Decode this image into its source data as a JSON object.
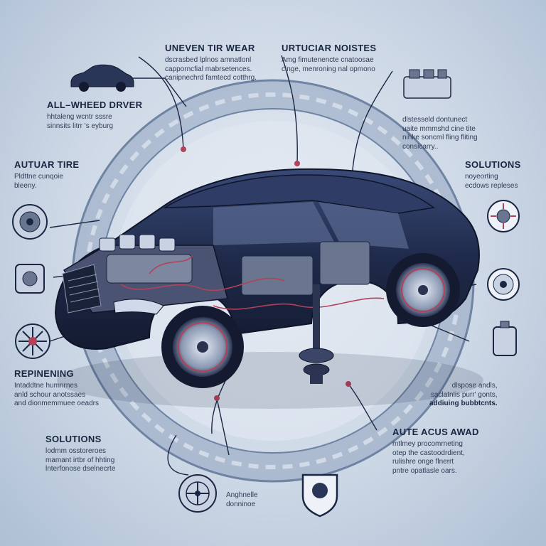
{
  "labels": {
    "uneven_tire_wear": {
      "heading": "UNEVEN TIR WEAR",
      "lines": [
        "dscrasbed lplnos amnatlonl",
        "capporncfial mabrsetences.",
        "canipnechrd famtecd cotthrg."
      ]
    },
    "urticular_noises": {
      "heading": "URTUCIAR NOISTES",
      "lines": [
        "Amg fimutenencte cnatoosae",
        "cinge, menroning nal opmono"
      ]
    },
    "all_wheel_driver": {
      "heading": "ALL–WHEED DRVER",
      "lines": [
        "hhtaleng wcntr sssre",
        "sinnsits litrr 's eyburg"
      ]
    },
    "autuar_tire": {
      "heading": "AUTUAR TIRE",
      "lines": [
        "Pldttne cunqoie",
        "bleeny."
      ]
    },
    "right_notes": {
      "lines": [
        "dlstesseld dontunect",
        "uaite mmmshd cine tite",
        "nihke soncml fling fliting",
        "consicarry.."
      ]
    },
    "solutions_right": {
      "heading": "SOLUTIONS",
      "lines": [
        "noyeorting",
        "ecdows repleses"
      ]
    },
    "repinening": {
      "heading": "REPINENING",
      "lines": [
        "Intaddtne humnrnes",
        "anld schour anotssaes",
        "and dionmemmuee oeadrs"
      ]
    },
    "right_bottom_notes": {
      "lines": [
        "dlspose andls,",
        "saclatnlis purr' gonts,"
      ],
      "bold": "addiuing bubbtcnts."
    },
    "solutions_left": {
      "heading": "SOLUTIONS",
      "lines": [
        "lodmm osstoreroes",
        "mamant irtbr of hhting",
        "lnterfonose dselnecrte"
      ]
    },
    "aute_acus_awad": {
      "heading": "AUTE ACUS AWAD",
      "lines": [
        "mtlmey procomrneting",
        "otep the castoodrdient,",
        "rulishre onge flnerrt",
        "pntre opatlasle oars."
      ]
    },
    "bottom_center": {
      "lines": [
        "Anghnelle",
        "donninoe"
      ]
    }
  },
  "colors": {
    "car_body": "#1f2a4a",
    "accent_line": "#b2425a",
    "ink": "#1a2742",
    "ring": "#9fb1c8"
  },
  "icons": [
    "sedan-car-icon",
    "engine-block-icon",
    "brake-disc-icon",
    "wheel-hub-icon",
    "fan-wheel-icon",
    "gear-wheel-icon",
    "bearing-icon",
    "fluid-container-icon",
    "alloy-wheel-icon",
    "shield-badge-icon"
  ]
}
